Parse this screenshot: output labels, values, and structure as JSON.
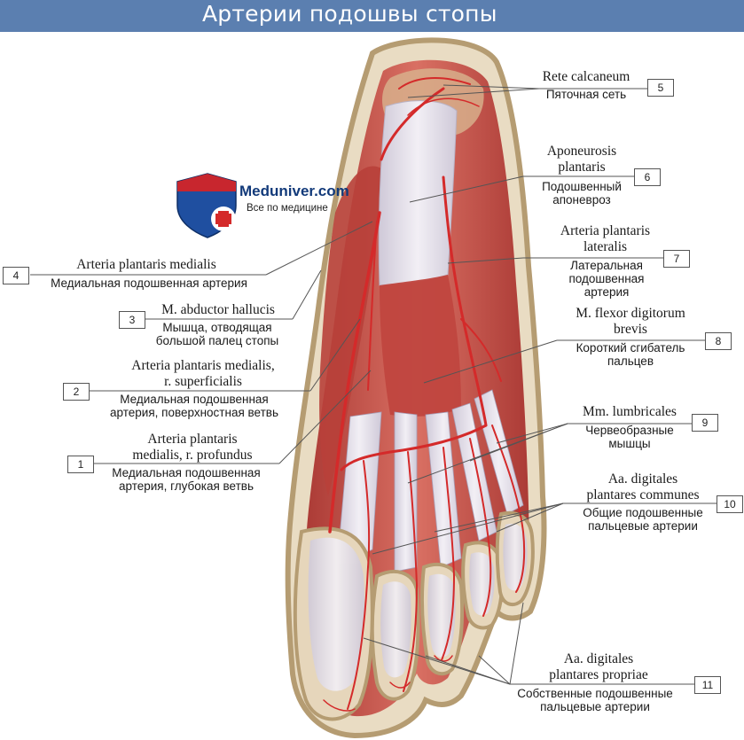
{
  "title": "Артерии подошвы стопы",
  "logo": {
    "name": "Meduniver.com",
    "tagline": "Все по медицине"
  },
  "colors": {
    "title_bar": "#5b7fb0",
    "artery": "#d42a2a",
    "muscle": "#c8564e",
    "tendon": "#e6e2ec",
    "skin": "#d9c7a8"
  },
  "labels": [
    {
      "num": "5",
      "latin": [
        "Rete calcaneum"
      ],
      "russian": [
        "Пяточная сеть"
      ]
    },
    {
      "num": "6",
      "latin": [
        "Aponeurosis",
        "plantaris"
      ],
      "russian": [
        "Подошвенный",
        "апоневроз"
      ]
    },
    {
      "num": "7",
      "latin": [
        "Arteria plantaris",
        "lateralis"
      ],
      "russian": [
        "Латеральная",
        "подошвенная",
        "артерия"
      ]
    },
    {
      "num": "8",
      "latin": [
        "M. flexor digitorum",
        "brevis"
      ],
      "russian": [
        "Короткий сгибатель",
        "пальцев"
      ]
    },
    {
      "num": "9",
      "latin": [
        "Mm. lumbricales"
      ],
      "russian": [
        "Червеобразные",
        "мышцы"
      ]
    },
    {
      "num": "10",
      "latin": [
        "Aa. digitales",
        "plantares communes"
      ],
      "russian": [
        "Общие подошвенные",
        "пальцевые артерии"
      ]
    },
    {
      "num": "11",
      "latin": [
        "Aa. digitales",
        "plantares propriae"
      ],
      "russian": [
        "Собственные подошвенные",
        "пальцевые артерии"
      ]
    },
    {
      "num": "4",
      "latin": [
        "Arteria plantaris medialis"
      ],
      "russian": [
        "Медиальная подошвенная артерия"
      ]
    },
    {
      "num": "3",
      "latin": [
        "M. abductor hallucis"
      ],
      "russian": [
        "Мышца, отводящая",
        "большой палец стопы"
      ]
    },
    {
      "num": "2",
      "latin": [
        "Arteria plantaris medialis,",
        "r. superficialis"
      ],
      "russian": [
        "Медиальная подошвенная",
        "артерия, поверхностная ветвь"
      ]
    },
    {
      "num": "1",
      "latin": [
        "Arteria plantaris",
        "medialis, r. profundus"
      ],
      "russian": [
        "Медиальная подошвенная",
        "артерия, глубокая ветвь"
      ]
    }
  ]
}
